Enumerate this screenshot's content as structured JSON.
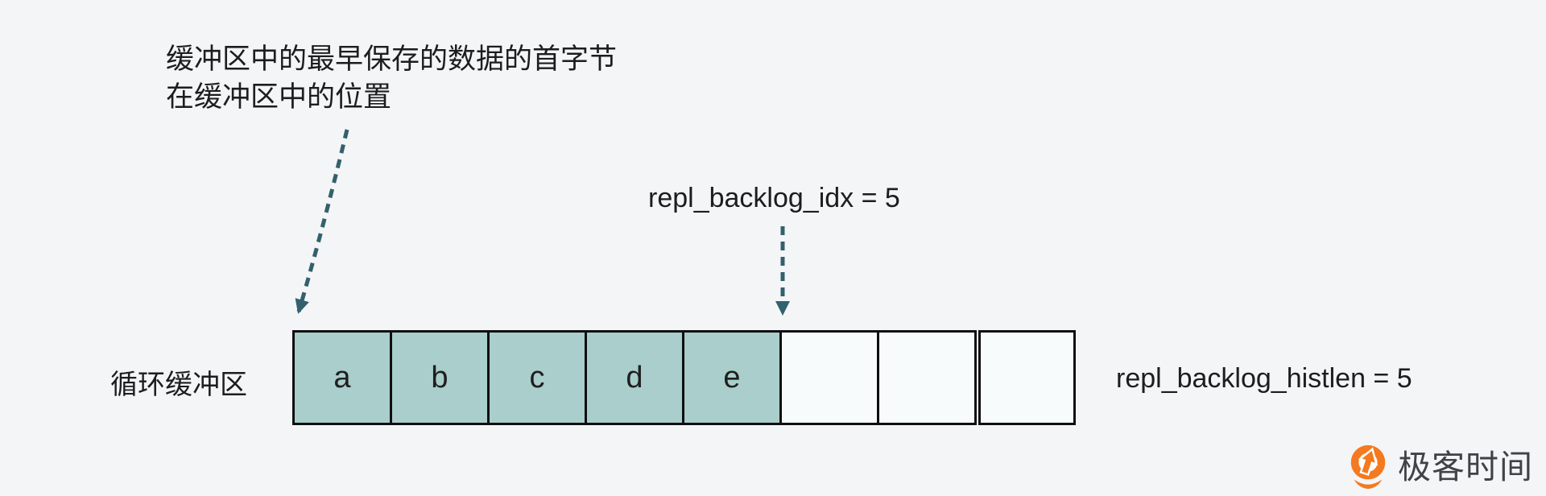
{
  "annotation": {
    "line1": "缓冲区中的最早保存的数据的首字节",
    "line2": "在缓冲区中的位置"
  },
  "labels": {
    "idx": "repl_backlog_idx = 5",
    "histlen": "repl_backlog_histlen = 5",
    "buffer_name": "循环缓冲区"
  },
  "buffer": {
    "cells": [
      {
        "label": "a",
        "filled": true
      },
      {
        "label": "b",
        "filled": true
      },
      {
        "label": "c",
        "filled": true
      },
      {
        "label": "d",
        "filled": true
      },
      {
        "label": "e",
        "filled": true
      },
      {
        "label": "",
        "filled": false
      },
      {
        "label": "",
        "filled": false
      },
      {
        "label": "",
        "filled": false
      }
    ]
  },
  "arrows": [
    {
      "name": "oldest-byte-pointer",
      "style": "dashed",
      "from": "annotation",
      "to": "cell-a-top-left"
    },
    {
      "name": "backlog-idx-pointer",
      "style": "dashed",
      "from": "idx-label",
      "to": "boundary-after-e"
    }
  ],
  "logo": {
    "brand": "极客时间",
    "icon": "geektime-pin-icon"
  },
  "colors": {
    "background": "#f4f5f7",
    "cell_filled": "#a9cecb",
    "cell_empty": "#f8fbfb",
    "cell_border": "#0f0f0f",
    "arrow": "#33606d",
    "text": "#1d1d1f",
    "logo_orange": "#f4791f",
    "logo_text": "#3f4246"
  }
}
